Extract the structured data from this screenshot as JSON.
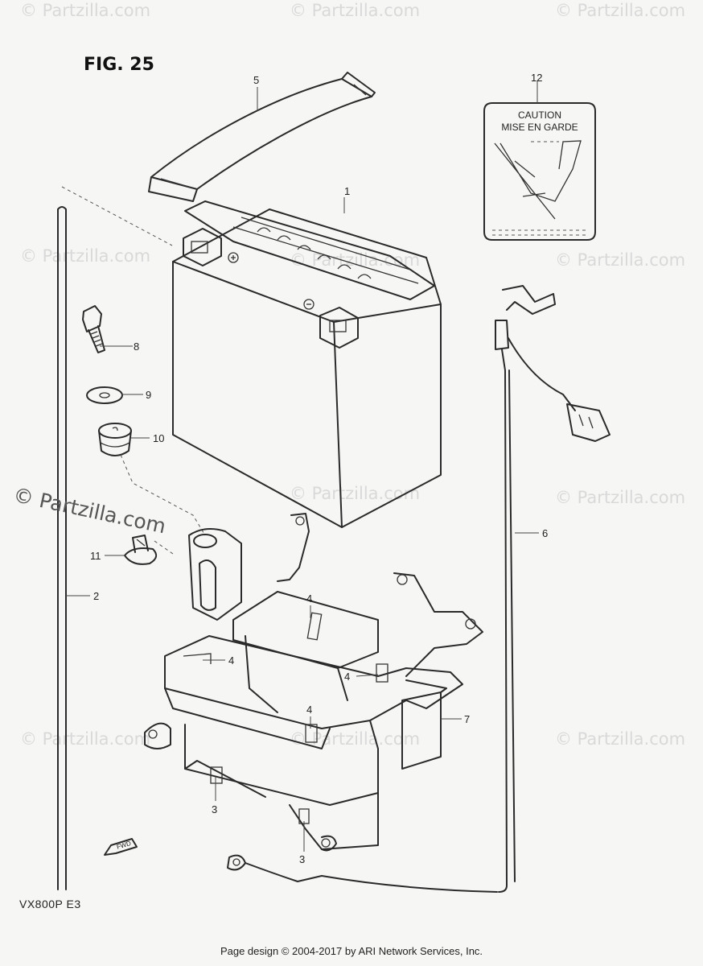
{
  "figure": {
    "title": "FIG. 25",
    "model": "VX800P E3"
  },
  "footer": "Page design © 2004-2017 by ARI Network Services, Inc.",
  "watermark": {
    "text": "© Partzilla.com",
    "prominent_text": "© Partzilla.com"
  },
  "caution_label": {
    "line1": "CAUTION",
    "line2": "MISE EN GARDE"
  },
  "fwd_arrow": "FWD",
  "callouts": {
    "battery": "1",
    "vent_tube": "2",
    "cushion_bottom": "3",
    "cushion_bottom_2": "3",
    "cushion_side_a": "4",
    "cushion_side_b": "4",
    "cushion_side_c": "4",
    "cushion_side_d": "4",
    "band": "5",
    "ground_lead": "6",
    "cover": "7",
    "bolt": "8",
    "washer": "9",
    "cushion": "10",
    "clamp": "11",
    "caution_label": "12"
  },
  "colors": {
    "paper": "#f6f6f4",
    "ink": "#2a2a2a",
    "watermark": "#d9d9d9"
  }
}
